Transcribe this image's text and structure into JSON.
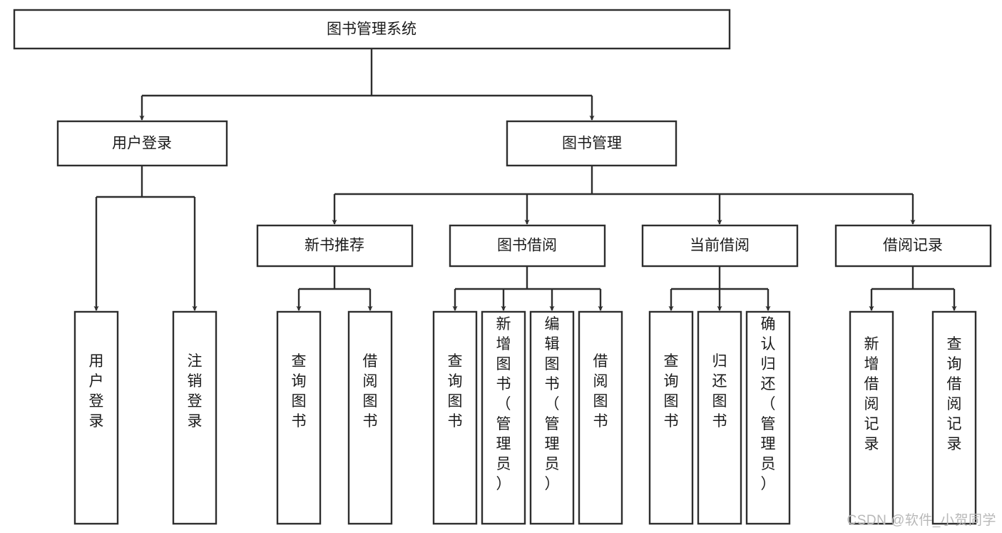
{
  "diagram": {
    "type": "tree-hierarchy",
    "title": "图书管理系统",
    "watermark": "CSDN @软件_小贺同学",
    "colors": {
      "box_stroke": "#2e2e2e",
      "box_fill": "#ffffff",
      "connector": "#2e2e2e",
      "text": "#1b1b1b",
      "watermark": "#b8b8b8",
      "background": "#ffffff"
    },
    "levels": [
      {
        "level": 0,
        "nodes": [
          {
            "id": "root",
            "label": "图书管理系统",
            "orientation": "horizontal"
          }
        ]
      },
      {
        "level": 1,
        "nodes": [
          {
            "id": "user-login",
            "label": "用户登录",
            "orientation": "horizontal",
            "parent": "root"
          },
          {
            "id": "book-manage",
            "label": "图书管理",
            "orientation": "horizontal",
            "parent": "root"
          }
        ]
      },
      {
        "level": 2,
        "nodes": [
          {
            "id": "new-book-rec",
            "label": "新书推荐",
            "orientation": "horizontal",
            "parent": "book-manage"
          },
          {
            "id": "book-borrow",
            "label": "图书借阅",
            "orientation": "horizontal",
            "parent": "book-manage"
          },
          {
            "id": "current-borrow",
            "label": "当前借阅",
            "orientation": "horizontal",
            "parent": "book-manage"
          },
          {
            "id": "borrow-record",
            "label": "借阅记录",
            "orientation": "horizontal",
            "parent": "book-manage"
          }
        ]
      },
      {
        "level": 3,
        "nodes": [
          {
            "id": "leaf-user-login",
            "label": "用户登录",
            "orientation": "vertical",
            "parent": "user-login"
          },
          {
            "id": "leaf-logout",
            "label": "注销登录",
            "orientation": "vertical",
            "parent": "user-login"
          },
          {
            "id": "leaf-query-book-1",
            "label": "查询图书",
            "orientation": "vertical",
            "parent": "new-book-rec"
          },
          {
            "id": "leaf-borrow-book-1",
            "label": "借阅图书",
            "orientation": "vertical",
            "parent": "new-book-rec"
          },
          {
            "id": "leaf-query-book-2",
            "label": "查询图书",
            "orientation": "vertical",
            "parent": "book-borrow"
          },
          {
            "id": "leaf-add-book",
            "label": "新增图书（管理员）",
            "orientation": "vertical",
            "parent": "book-borrow"
          },
          {
            "id": "leaf-edit-book",
            "label": "编辑图书（管理员）",
            "orientation": "vertical",
            "parent": "book-borrow"
          },
          {
            "id": "leaf-borrow-book-2",
            "label": "借阅图书",
            "orientation": "vertical",
            "parent": "book-borrow"
          },
          {
            "id": "leaf-query-book-3",
            "label": "查询图书",
            "orientation": "vertical",
            "parent": "current-borrow"
          },
          {
            "id": "leaf-return-book",
            "label": "归还图书",
            "orientation": "vertical",
            "parent": "current-borrow"
          },
          {
            "id": "leaf-confirm-return",
            "label": "确认归还（管理员）",
            "orientation": "vertical",
            "parent": "current-borrow"
          },
          {
            "id": "leaf-add-record",
            "label": "新增借阅记录",
            "orientation": "vertical",
            "parent": "borrow-record"
          },
          {
            "id": "leaf-query-record",
            "label": "查询借阅记录",
            "orientation": "vertical",
            "parent": "borrow-record"
          }
        ]
      }
    ],
    "labels": {
      "root": "图书管理系统",
      "user_login": "用户登录",
      "book_manage": "图书管理",
      "new_book_rec": "新书推荐",
      "book_borrow": "图书借阅",
      "current_borrow": "当前借阅",
      "borrow_record": "借阅记录",
      "leaf_user_login": "用户登录",
      "leaf_logout": "注销登录",
      "leaf_query_book_1": "查询图书",
      "leaf_borrow_book_1": "借阅图书",
      "leaf_query_book_2": "查询图书",
      "leaf_add_book": "新增图书（管理员）",
      "leaf_edit_book": "编辑图书（管理员）",
      "leaf_borrow_book_2": "借阅图书",
      "leaf_query_book_3": "查询图书",
      "leaf_return_book": "归还图书",
      "leaf_confirm_return": "确认归还（管理员）",
      "leaf_add_record": "新增借阅记录",
      "leaf_query_record": "查询借阅记录"
    }
  }
}
